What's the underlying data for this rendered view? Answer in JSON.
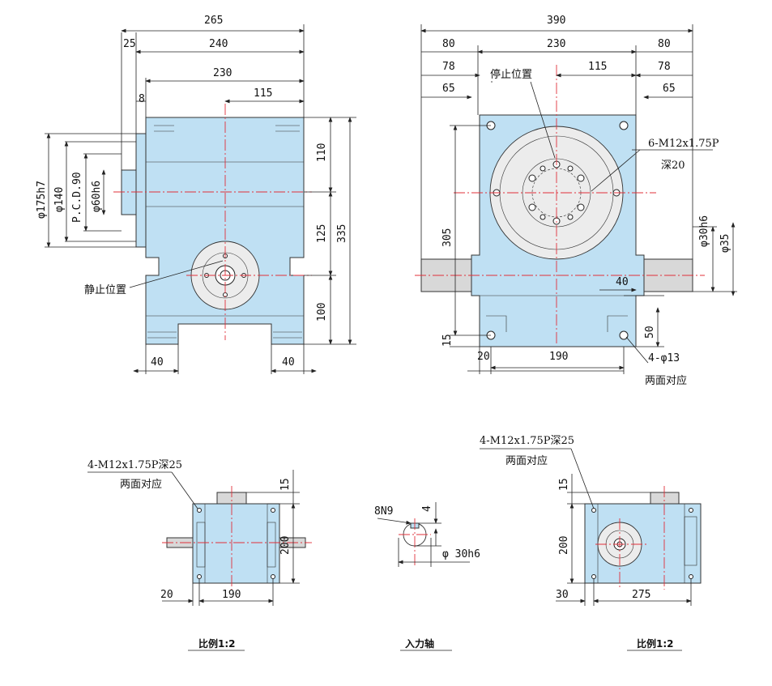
{
  "views": {
    "side": {
      "dims": {
        "d265": "265",
        "d240": "240",
        "d25": "25",
        "d230": "230",
        "d115": "115",
        "d8": "8",
        "d110": "110",
        "d125": "125",
        "d335": "335",
        "d100": "100",
        "d40l": "40",
        "d40r": "40",
        "phi175": "φ175h7",
        "phi140": "φ140",
        "pcd": "P.C.D.90",
        "phi60": "φ60h6"
      },
      "note_stop": "静止位置"
    },
    "front": {
      "dims": {
        "d390": "390",
        "d80l": "80",
        "d230": "230",
        "d80r": "80",
        "d78l": "78",
        "d78r": "78",
        "d65l": "65",
        "d65r": "65",
        "d115": "115",
        "d305": "305",
        "d15": "15",
        "d20": "20",
        "d190": "190",
        "d50": "50",
        "d40": "40",
        "phi30": "φ30h6",
        "phi35": "φ35",
        "hole": "4-φ13"
      },
      "note_stop": "停止位置",
      "note_thread": "6-M12x1.75P",
      "note_depth": "深20",
      "note_both": "两面对应"
    },
    "small_left": {
      "note_thread": "4-M12x1.75P深25",
      "note_both": "两面对应",
      "dims": {
        "d15": "15",
        "d200": "200",
        "d20": "20",
        "d190": "190"
      },
      "caption": "比例1:2"
    },
    "shaft": {
      "dims": {
        "key": "8N9",
        "d4": "4",
        "phi30": "φ 30h6"
      },
      "caption": "入力轴"
    },
    "small_right": {
      "note_thread": "4-M12x1.75P深25",
      "note_both": "两面对应",
      "dims": {
        "d15": "15",
        "d200": "200",
        "d30": "30",
        "d275": "275"
      },
      "caption": "比例1:2"
    }
  },
  "colors": {
    "body": "#bfe0f3",
    "centerline": "#e0303a",
    "plate": "#ececec"
  }
}
